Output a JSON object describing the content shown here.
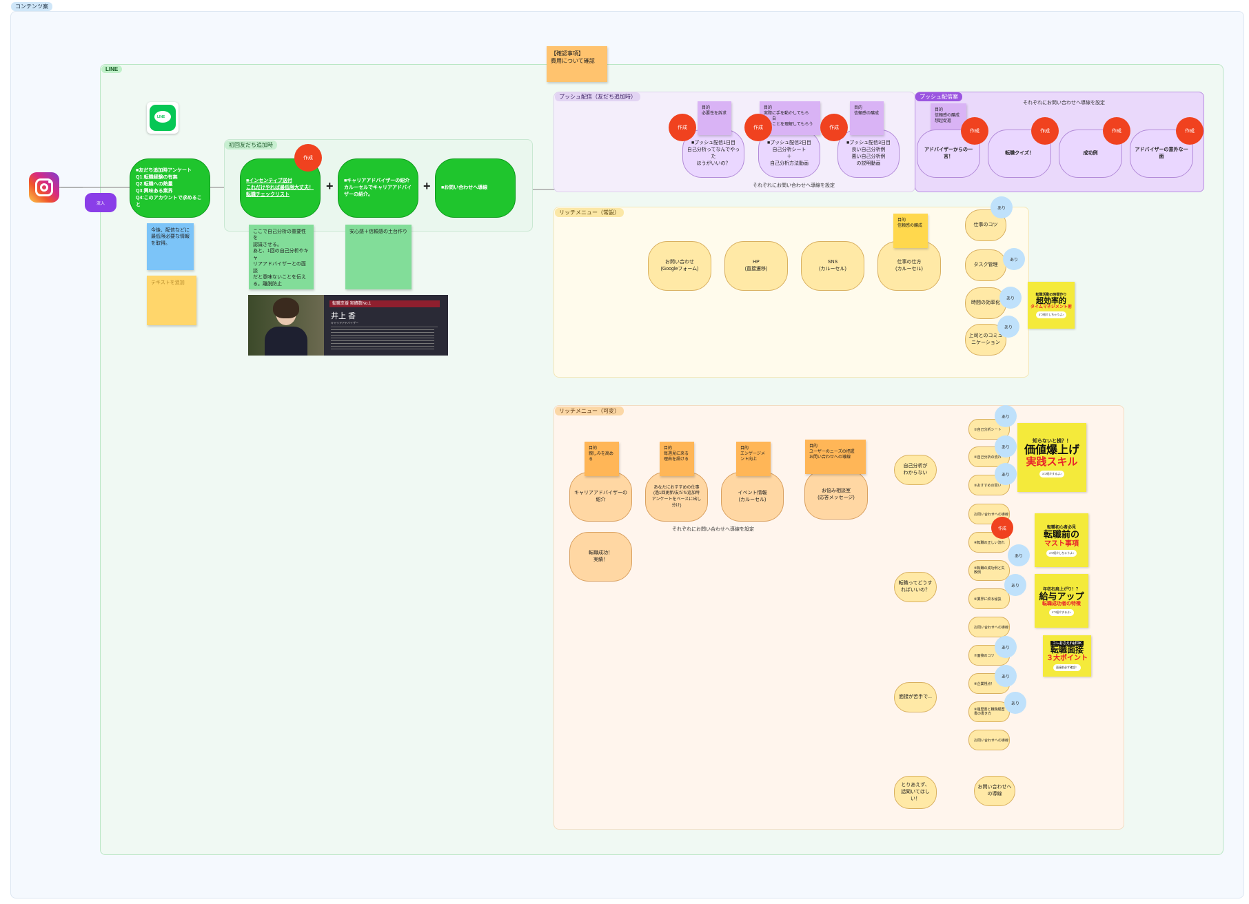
{
  "board_title": "コンテンツ案",
  "line_section": "LINE",
  "confirm_note": {
    "text": "【確認事項】\n費用について確認"
  },
  "instagram_label": "流入",
  "first_friend": {
    "title": "初回友だち追加時",
    "survey": "■友だち追加時アンケート\nQ1:転職経験の有無\nQ2:転職への熱量\nQ3:興味ある業界\nQ4:このアカウントで求めること",
    "incentive": "■インセンティブ送付\nこれだけやれば最低限大丈夫！\n転職チェックリスト",
    "advisor_intro": "■キャリアアドバイザーの紹介\nカルーセルでキャリアアドバイ\nザーの紹介。",
    "inquiry_lead": "■お問い合わせへ導線",
    "create_label": "作成",
    "plus": "+"
  },
  "notes": {
    "blue_note": "今後、配信などに\n最低限必要な情報\nを取得。",
    "yellow_note": "テキストを追加",
    "green_note1": "ここで自己分析の重要性を\n認識させる。\nあと、1回の自己分析やキャ\nリアアドバイザーとの面談\nだと意味ないことを伝え\nる。離脱防止",
    "green_note2": "安心感＋信頼感の土台作り"
  },
  "profile_card": {
    "badge": "転職支援 実績数No.1",
    "name": "井上 香",
    "role": "キャリアアドバイザー"
  },
  "push": {
    "title": "プッシュ配信（友だち追加時）",
    "nodes": [
      "■プッシュ配信1日目\n自己分析ってなんでやった\nほうがいいの？",
      "■プッシュ配信2日目\n自己分析シート\n＋\n自己分析方法動画",
      "■プッシュ配信3日目\n良い自己分析例\n悪い自己分析例\nの説明動画"
    ],
    "stickies": [
      "目的\n必要性を訴求",
      "目的\n実際に手を動かしてもらい、自\n分のことを理解してもらう",
      "目的\n信頼感の醸成"
    ],
    "footer": "それぞれにお問い合わせへ導線を設定"
  },
  "push_plan": {
    "title": "プッシュ配信案",
    "header": "それぞれにお問い合わせへ導線を設定",
    "sticky": "目的\n信頼感の醸成\n想起促進",
    "nodes": [
      "アドバイザーからの一言！",
      "転職クイズ！",
      "成功例",
      "アドバイザーの意外な一面"
    ]
  },
  "rich_fixed": {
    "title": "リッチメニュー（常設）",
    "nodes": [
      "お問い合わせ\n(Googleフォーム)",
      "HP\n(直接遷移)",
      "SNS\n(カルーセル)",
      "仕事の仕方\n(カルーセル)"
    ],
    "sticky": "目的\n信頼感の醸成",
    "children": [
      "仕事のコツ",
      "タスク管理",
      "時間の効率化",
      "上司とのコミュ\nニケーション"
    ],
    "ari": "あり"
  },
  "rich_variable": {
    "title": "リッチメニュー（可変）",
    "nodes": [
      "キャリアアドバイザーの\n紹介",
      "あなたにおすすめの仕事\n(過1回更新/友だち追加時\nアンケートをベースに出し\n分け)",
      "イベント情報\n(カルーセル)",
      "お悩み相談室\n(応答メッセージ)"
    ],
    "stickies": [
      "目的\n親しみを高め\nる",
      "目的\n毎週見に来る\n理由を設ける",
      "目的\nエンゲージメ\nント向上",
      "目的\nユーザーのニーズの把握\nお問い合わせへの導線"
    ],
    "success": "転職成功！\n実績！",
    "footer": "それぞれにお問い合わせへ導線を設定",
    "branches": [
      "自己分析が\nわからない",
      "転職ってどうす\nればいいの？",
      "面接が苦手で...",
      "とりあえず、\n話聞いてほし\nい！"
    ],
    "leaves_a": [
      "①自己分析シート",
      "②自己分析の流れ",
      "③おすすめの問い",
      "お問い合わせへの導線"
    ],
    "leaves_b": [
      "④転職の正しい流れ",
      "⑤転職の成功例と失\n敗例",
      "⑥業界に絞る秘訣",
      "お問い合わせへの導線"
    ],
    "leaves_c": [
      "⑦面接のコツ",
      "⑧企業視点！",
      "⑨履歴書と職務経歴\n書の書き方",
      "お問い合わせへの導線"
    ],
    "leaf_d": "お問い合わせへ\nの導線"
  },
  "thumbs": [
    {
      "t1": "転職活動の時間作り",
      "t2": "超効率的",
      "t3": "タイムマネジメント術",
      "pill": "3つ紹介しちゃうよ♪"
    },
    {
      "t1": "知らないと損？！",
      "t2": "価値爆上げ",
      "t3": "実践スキル",
      "pill": "3つ紹介するよ♪"
    },
    {
      "t1": "転職初心者必見",
      "t2": "転職前の",
      "t3": "マスト事項",
      "pill": "4つ紹介しちゃうよ♪"
    },
    {
      "t1": "年収右肩上がり！？",
      "t2": "給与アップ",
      "t3": "転職成功者の特徴",
      "pill": "3つ紹介するよ♪"
    },
    {
      "t1": "コレおさえればOK",
      "t2": "転職面接",
      "t3": "３大ポイント",
      "pill": "面接前必ず確認！"
    }
  ],
  "colors": {
    "green": "#1fc52d",
    "red": "#f0421f",
    "blue": "#bfe1fb",
    "purple": "#8a3ee8"
  },
  "icons": [
    "instagram-icon",
    "line-app-icon"
  ]
}
